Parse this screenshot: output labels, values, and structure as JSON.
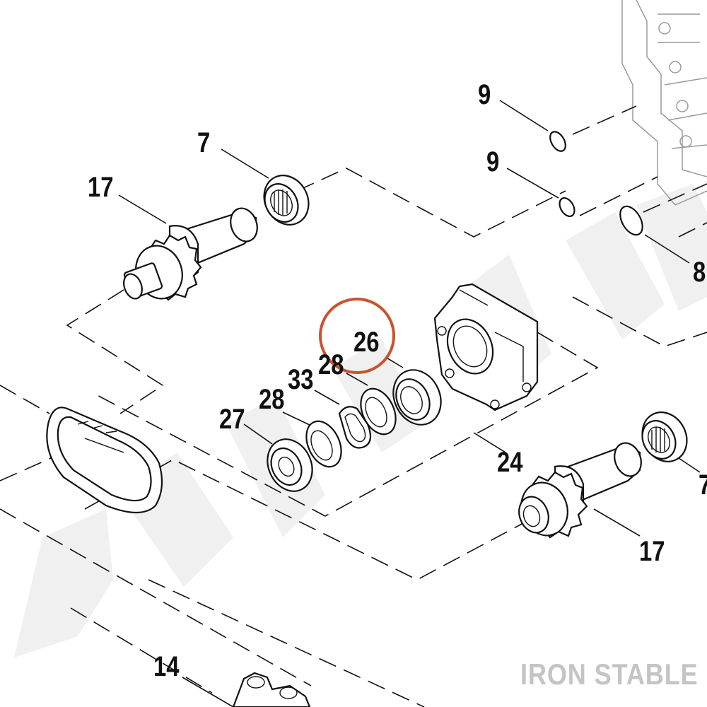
{
  "callouts": [
    {
      "id": "c9a",
      "label": "9"
    },
    {
      "id": "c9b",
      "label": "9"
    },
    {
      "id": "c8",
      "label": "8"
    },
    {
      "id": "c7a",
      "label": "7"
    },
    {
      "id": "c7b",
      "label": "7"
    },
    {
      "id": "c17a",
      "label": "17"
    },
    {
      "id": "c17b",
      "label": "17"
    },
    {
      "id": "c26",
      "label": "26"
    },
    {
      "id": "c28a",
      "label": "28"
    },
    {
      "id": "c33",
      "label": "33"
    },
    {
      "id": "c28b",
      "label": "28"
    },
    {
      "id": "c27",
      "label": "27"
    },
    {
      "id": "c24",
      "label": "24"
    },
    {
      "id": "c14",
      "label": "14"
    }
  ],
  "watermark": "IRON STABLE",
  "colors": {
    "highlight": "#c8532f",
    "ink": "#111111",
    "watermark_back": "#f0f0f0",
    "brand": "#c4c4c4"
  }
}
